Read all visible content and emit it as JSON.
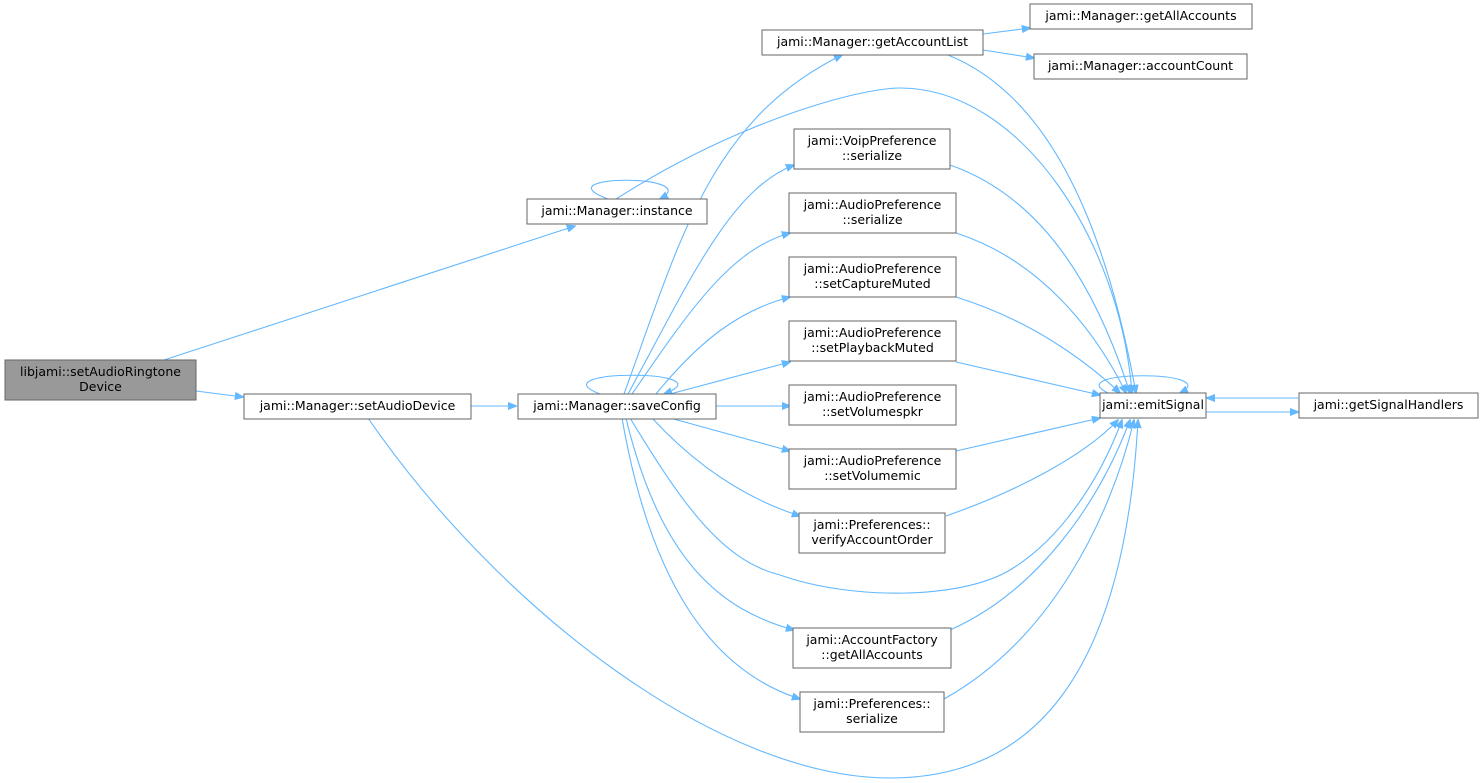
{
  "graph": {
    "nodes": [
      {
        "id": "root",
        "lines": [
          "libjami::setAudioRingtone",
          "Device"
        ]
      },
      {
        "id": "instance",
        "lines": [
          "jami::Manager::instance"
        ]
      },
      {
        "id": "setAudioDevice",
        "lines": [
          "jami::Manager::setAudioDevice"
        ]
      },
      {
        "id": "saveConfig",
        "lines": [
          "jami::Manager::saveConfig"
        ]
      },
      {
        "id": "getAccountList",
        "lines": [
          "jami::Manager::getAccountList"
        ]
      },
      {
        "id": "getAllAccounts",
        "lines": [
          "jami::Manager::getAllAccounts"
        ]
      },
      {
        "id": "accountCount",
        "lines": [
          "jami::Manager::accountCount"
        ]
      },
      {
        "id": "voipSerialize",
        "lines": [
          "jami::VoipPreference",
          "::serialize"
        ]
      },
      {
        "id": "audioSerialize",
        "lines": [
          "jami::AudioPreference",
          "::serialize"
        ]
      },
      {
        "id": "setCaptureMuted",
        "lines": [
          "jami::AudioPreference",
          "::setCaptureMuted"
        ]
      },
      {
        "id": "setPlaybackMuted",
        "lines": [
          "jami::AudioPreference",
          "::setPlaybackMuted"
        ]
      },
      {
        "id": "setVolumespkr",
        "lines": [
          "jami::AudioPreference",
          "::setVolumespkr"
        ]
      },
      {
        "id": "setVolumemic",
        "lines": [
          "jami::AudioPreference",
          "::setVolumemic"
        ]
      },
      {
        "id": "verifyAccountOrder",
        "lines": [
          "jami::Preferences::",
          "verifyAccountOrder"
        ]
      },
      {
        "id": "factoryGetAll",
        "lines": [
          "jami::AccountFactory",
          "::getAllAccounts"
        ]
      },
      {
        "id": "prefSerialize",
        "lines": [
          "jami::Preferences::",
          "serialize"
        ]
      },
      {
        "id": "emitSignal",
        "lines": [
          "jami::emitSignal"
        ]
      },
      {
        "id": "getSignalHandlers",
        "lines": [
          "jami::getSignalHandlers"
        ]
      }
    ],
    "edges": [
      {
        "from": "root",
        "to": "instance"
      },
      {
        "from": "root",
        "to": "setAudioDevice"
      },
      {
        "from": "instance",
        "to": "instance"
      },
      {
        "from": "instance",
        "to": "emitSignal"
      },
      {
        "from": "setAudioDevice",
        "to": "saveConfig"
      },
      {
        "from": "setAudioDevice",
        "to": "emitSignal"
      },
      {
        "from": "saveConfig",
        "to": "saveConfig"
      },
      {
        "from": "saveConfig",
        "to": "getAccountList"
      },
      {
        "from": "saveConfig",
        "to": "voipSerialize"
      },
      {
        "from": "saveConfig",
        "to": "audioSerialize"
      },
      {
        "from": "saveConfig",
        "to": "setCaptureMuted"
      },
      {
        "from": "saveConfig",
        "to": "setPlaybackMuted"
      },
      {
        "from": "saveConfig",
        "to": "setVolumespkr"
      },
      {
        "from": "saveConfig",
        "to": "setVolumemic"
      },
      {
        "from": "saveConfig",
        "to": "verifyAccountOrder"
      },
      {
        "from": "saveConfig",
        "to": "factoryGetAll"
      },
      {
        "from": "saveConfig",
        "to": "prefSerialize"
      },
      {
        "from": "saveConfig",
        "to": "emitSignal"
      },
      {
        "from": "getAccountList",
        "to": "getAllAccounts"
      },
      {
        "from": "getAccountList",
        "to": "accountCount"
      },
      {
        "from": "getAccountList",
        "to": "emitSignal"
      },
      {
        "from": "voipSerialize",
        "to": "emitSignal"
      },
      {
        "from": "audioSerialize",
        "to": "emitSignal"
      },
      {
        "from": "setCaptureMuted",
        "to": "emitSignal"
      },
      {
        "from": "setPlaybackMuted",
        "to": "emitSignal"
      },
      {
        "from": "setVolumemic",
        "to": "emitSignal"
      },
      {
        "from": "verifyAccountOrder",
        "to": "emitSignal"
      },
      {
        "from": "factoryGetAll",
        "to": "emitSignal"
      },
      {
        "from": "prefSerialize",
        "to": "emitSignal"
      },
      {
        "from": "emitSignal",
        "to": "emitSignal"
      },
      {
        "from": "emitSignal",
        "to": "getSignalHandlers"
      },
      {
        "from": "getSignalHandlers",
        "to": "emitSignal"
      }
    ]
  },
  "colors": {
    "edge": "#63b8ff",
    "root_fill": "#999999",
    "node_border": "#666666"
  }
}
